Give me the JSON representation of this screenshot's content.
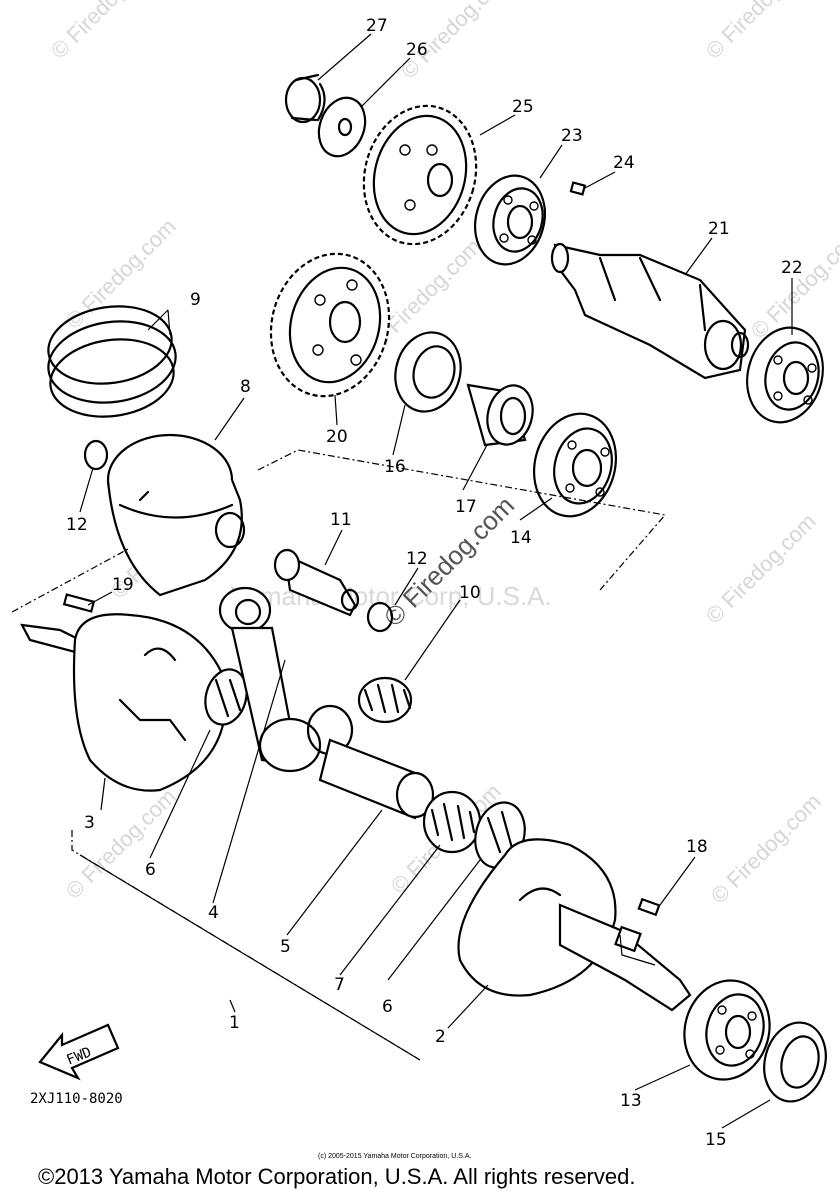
{
  "diagram_id": "2XJ110-8020",
  "fwd_label": "FWD",
  "watermarks": {
    "site": "© Firedog.com",
    "center": "Yamaha Motor Corp, U.S.A."
  },
  "small_copyright": "(c) 2005-2015 Yamaha Motor Corporation, U.S.A.",
  "copyright": "©2013 Yamaha Motor Corporation, U.S.A. All rights reserved.",
  "parts": [
    {
      "ref": "1"
    },
    {
      "ref": "2"
    },
    {
      "ref": "3"
    },
    {
      "ref": "4"
    },
    {
      "ref": "5"
    },
    {
      "ref": "6"
    },
    {
      "ref": "6"
    },
    {
      "ref": "7"
    },
    {
      "ref": "8"
    },
    {
      "ref": "9"
    },
    {
      "ref": "10"
    },
    {
      "ref": "11"
    },
    {
      "ref": "12"
    },
    {
      "ref": "12"
    },
    {
      "ref": "13"
    },
    {
      "ref": "14"
    },
    {
      "ref": "15"
    },
    {
      "ref": "16"
    },
    {
      "ref": "17"
    },
    {
      "ref": "18"
    },
    {
      "ref": "19"
    },
    {
      "ref": "20"
    },
    {
      "ref": "21"
    },
    {
      "ref": "22"
    },
    {
      "ref": "23"
    },
    {
      "ref": "24"
    },
    {
      "ref": "25"
    },
    {
      "ref": "26"
    },
    {
      "ref": "27"
    }
  ]
}
